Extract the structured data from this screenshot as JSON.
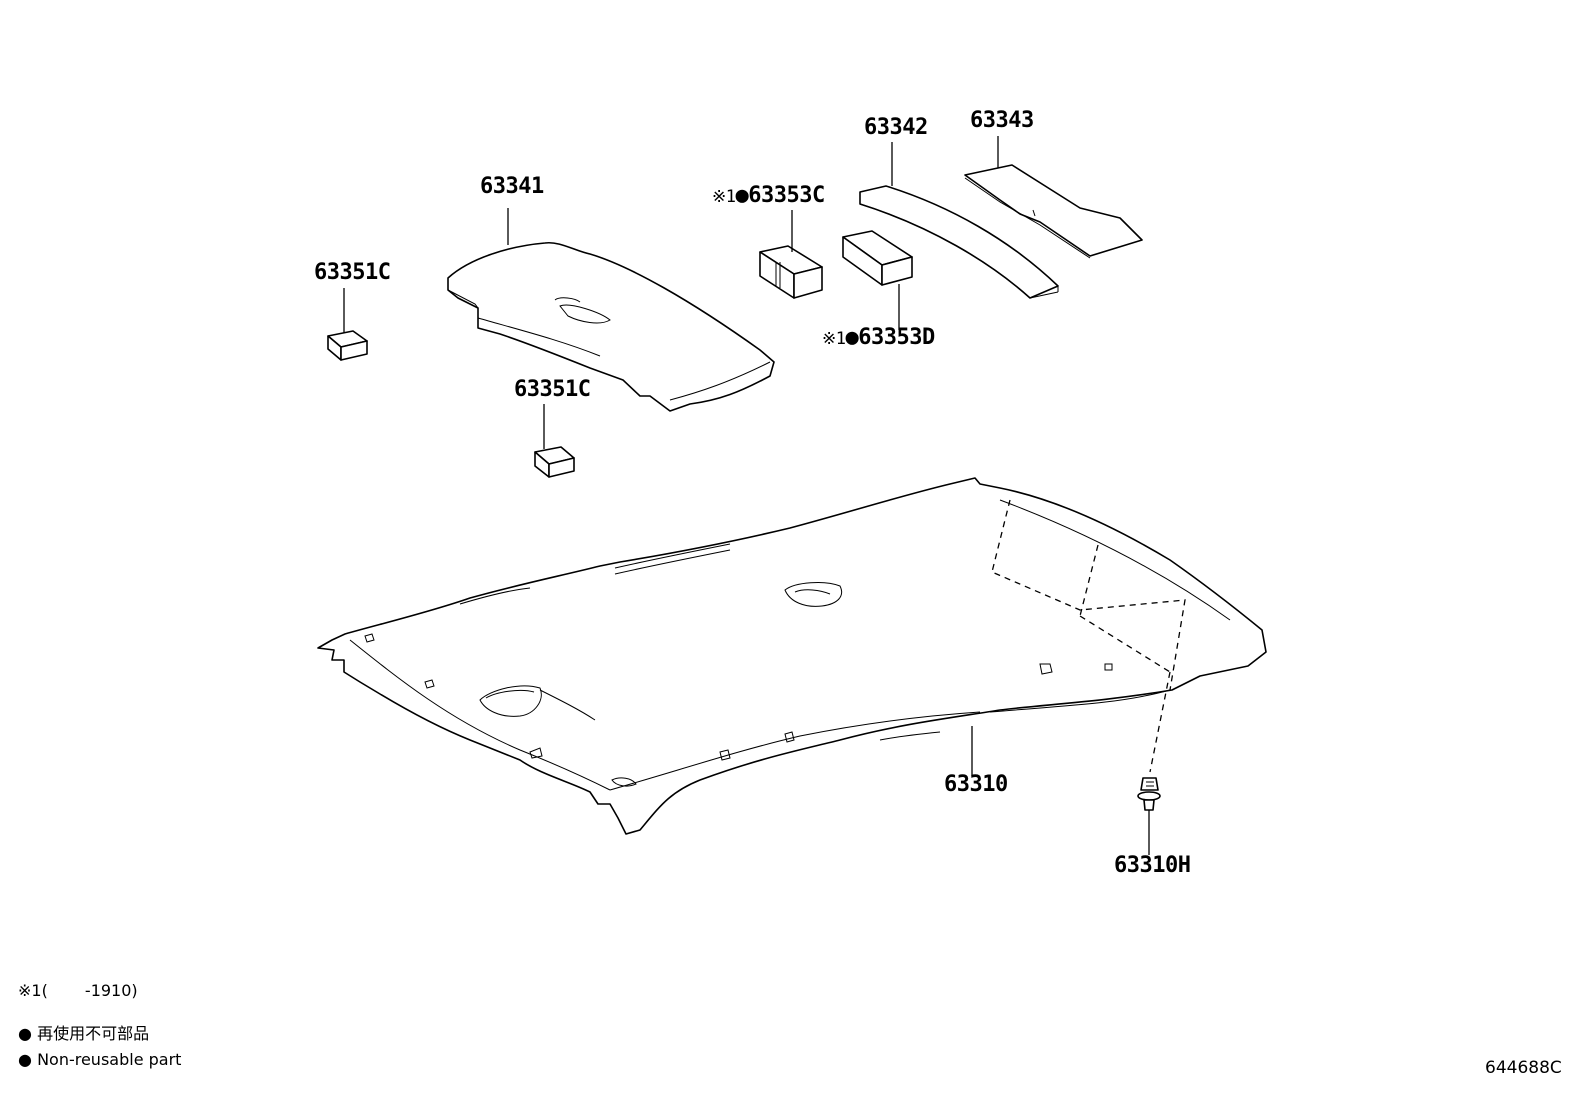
{
  "parts": [
    {
      "id": "part-63341",
      "number": "63341",
      "prefix": "",
      "nonreusable": false
    },
    {
      "id": "part-63342",
      "number": "63342",
      "prefix": "",
      "nonreusable": false
    },
    {
      "id": "part-63343",
      "number": "63343",
      "prefix": "",
      "nonreusable": false
    },
    {
      "id": "part-63351c-a",
      "number": "63351C",
      "prefix": "",
      "nonreusable": false
    },
    {
      "id": "part-63351c-b",
      "number": "63351C",
      "prefix": "",
      "nonreusable": false
    },
    {
      "id": "part-63353c",
      "number": "63353C",
      "prefix": "※1",
      "nonreusable": true
    },
    {
      "id": "part-63353d",
      "number": "63353D",
      "prefix": "※1",
      "nonreusable": true
    },
    {
      "id": "part-63310",
      "number": "63310",
      "prefix": "",
      "nonreusable": false
    },
    {
      "id": "part-63310h",
      "number": "63310H",
      "prefix": "",
      "nonreusable": false
    }
  ],
  "legend": {
    "footnote_mark": "※1",
    "footnote_range": "(　　 -1910)",
    "bullet": "●",
    "nonreusable_ja": "再使用不可部品",
    "nonreusable_en": "Non-reusable part"
  },
  "figure_id": "644688C"
}
